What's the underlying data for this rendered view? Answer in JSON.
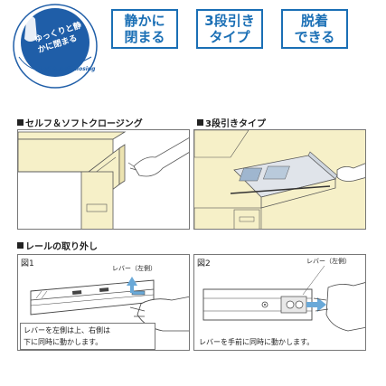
{
  "logo": {
    "main_text": "ゆっくりと静かに閉まる",
    "sub_text": "Self & Soft closing",
    "colors": {
      "circle": "#1f5ea8",
      "text": "#ffffff",
      "sub_text": "#1f5ea8"
    }
  },
  "badges": [
    {
      "line1": "静かに",
      "line2": "閉まる"
    },
    {
      "line1": "3段引き",
      "line2": "タイプ"
    },
    {
      "line1": "脱着",
      "line2": "できる"
    }
  ],
  "sections": {
    "soft_close": {
      "title": "セルフ＆ソフトクロージング"
    },
    "three_step": {
      "title": "3段引きタイプ"
    },
    "removal": {
      "title": "レールの取り外し"
    }
  },
  "figure1": {
    "label": "図1",
    "lever_label": "レバー（左側）",
    "caption_line1": "レバーを左側は上、右側は",
    "caption_line2": "下に同時に動かします。"
  },
  "figure2": {
    "label": "図2",
    "lever_label": "レバー（左側）",
    "caption": "レバーを手前に同時に動かします。"
  },
  "colors": {
    "accent": "#1a6fb5",
    "furniture": "#f6f0c8",
    "arrow": "#6aa9d8"
  }
}
